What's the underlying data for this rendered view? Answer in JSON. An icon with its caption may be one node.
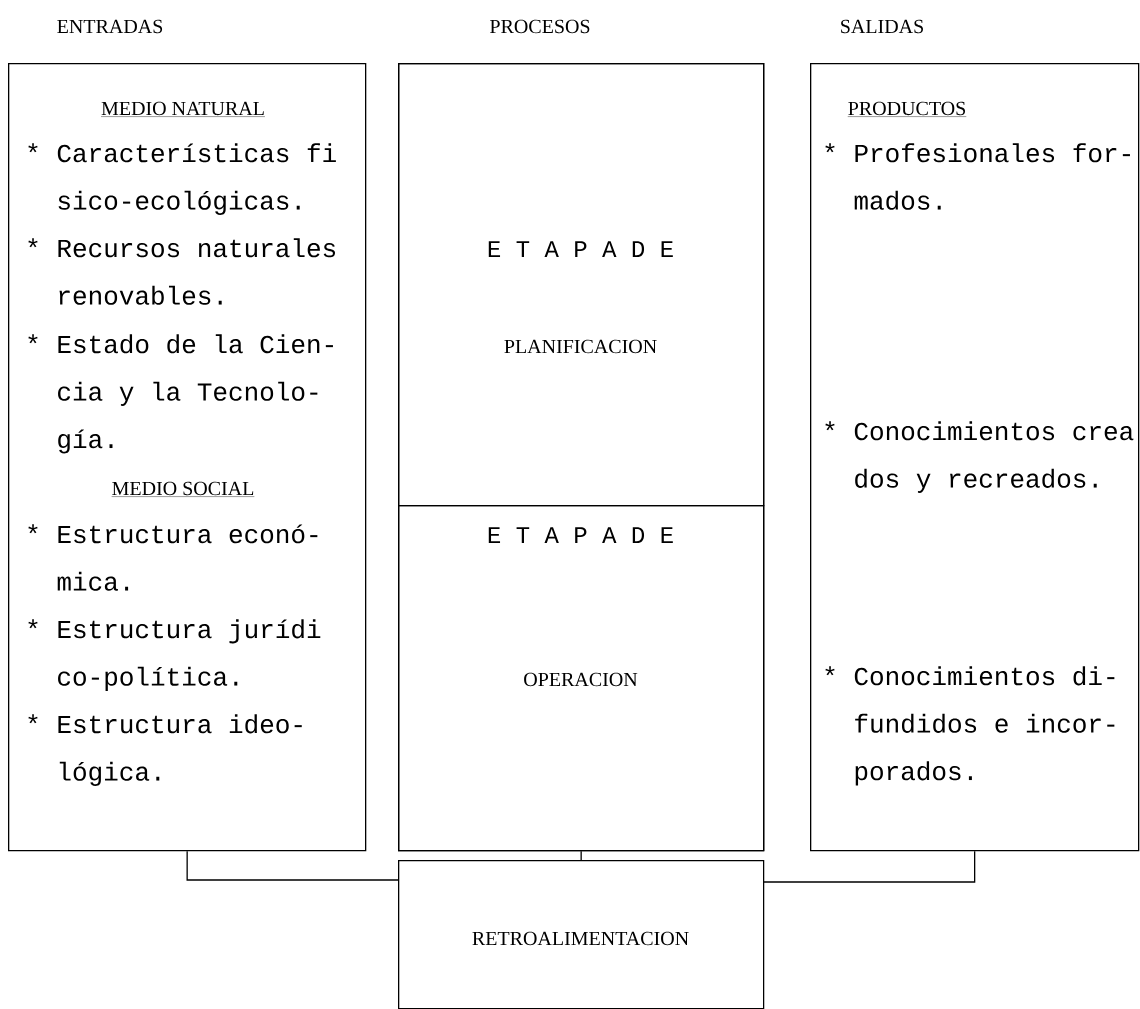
{
  "diagram": {
    "nodes": [
      {
        "text": [
          "ENTRADAS",
          "MEDIO NATURAL",
          "* Características fi sico-ecológicas.",
          "* Recursos naturales renovables.",
          "* Estado de la Cien- cia y la Tecnolo- gía.",
          "MEDIO SOCIAL",
          "* Estructura econó- mica.",
          "* Estructura jurídi co-política.",
          "* Estructura ideo- lógica."
        ]
      },
      {
        "text": [
          "PROCESOS"
        ]
      },
      {
        "text": [
          "E T A P A D E",
          "PLANIFICACION"
        ],
        "in": 1
      },
      {
        "text": [
          "E T A P A D E",
          "OPERACION"
        ],
        "in": 1
      },
      {
        "text": [
          "SALIDAS",
          "PRODUCTOS",
          "* Profesionales for- mados.",
          "* Conocimientos crea dos y recreados.",
          "* Conocimientos di- fundidos e incor- porados."
        ]
      },
      {
        "text": [
          "RETROALIMENTACION"
        ]
      }
    ],
    "edges": [
      {
        "from": 0,
        "to": 5,
        "arrow": "none"
      },
      {
        "from": 1,
        "to": 5,
        "arrow": "none"
      },
      {
        "from": 4,
        "to": 5,
        "arrow": "none"
      }
    ]
  }
}
